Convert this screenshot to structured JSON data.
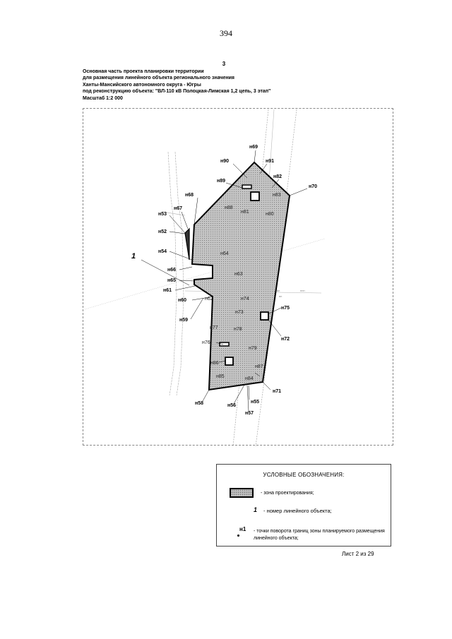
{
  "page_number": "394",
  "header": {
    "annex_number": "3",
    "lines": [
      "Основная часть проекта планировки территории",
      "для размещения линейного объекта регионального значения",
      "Ханты-Мансийского автономного округа - Югры",
      "под реконструкцию объекта: \"ВЛ-110 кВ Полоцкая-Лимская 1,2 цепь, 3 этап\"",
      "Масштаб 1:2 000"
    ]
  },
  "map": {
    "linear_object_number": "1",
    "boundary_points": [
      "н69",
      "н90",
      "н91",
      "н82",
      "н70",
      "н89",
      "н83",
      "н68",
      "н88",
      "н81",
      "н80",
      "н67",
      "н53",
      "н52",
      "н54",
      "н64",
      "н63",
      "н66",
      "н65",
      "н61",
      "н60",
      "н62",
      "н74",
      "н75",
      "н73",
      "н59",
      "н77",
      "н78",
      "н72",
      "н76",
      "н79",
      "н86",
      "н87",
      "н85",
      "н84",
      "н71",
      "н58",
      "н55",
      "н56",
      "н57"
    ]
  },
  "legend": {
    "title": "УСЛОВНЫЕ ОБОЗНАЧЕНИЯ:",
    "zone_text": "- зона проектирования;",
    "object_symbol": "1",
    "object_text": "-  номер линейного объекта;",
    "point_symbol": "н1",
    "point_text": "- точки поворота границ зоны планируемого размещения линейного объекта;"
  },
  "sheet": "Лист 2 из 29",
  "colors": {
    "zone_fill": "#bdbdbd",
    "boundary": "#000000"
  }
}
